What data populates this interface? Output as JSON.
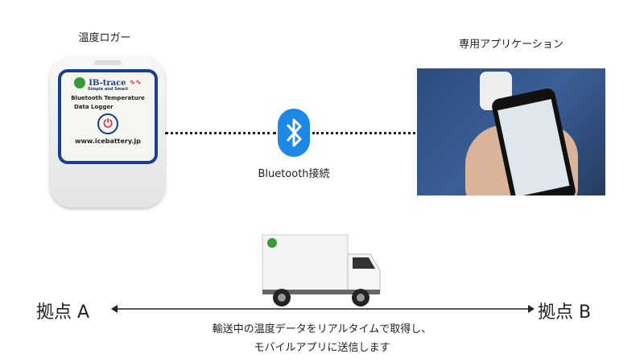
{
  "logger": {
    "title": "温度ロガー",
    "brand": "IB-trace",
    "tagline": "Simple and Smart",
    "line1": "Bluetooth Temperature",
    "line2": "Data Logger",
    "url": "www.icebattery.jp"
  },
  "app": {
    "title": "専用アプリケーション"
  },
  "connection": {
    "label": "Bluetooth接続",
    "icon": "bluetooth-icon",
    "color": "#1e88e5"
  },
  "route": {
    "start": "拠点 A",
    "end": "拠点 B",
    "caption_line1": "輸送中の温度データをリアルタイムで取得し、",
    "caption_line2": "モバイルアプリに送信します"
  }
}
